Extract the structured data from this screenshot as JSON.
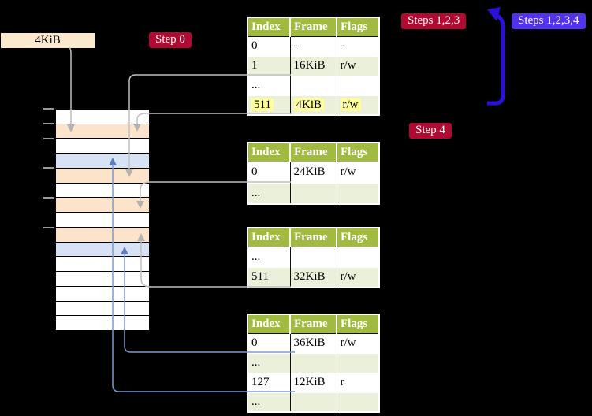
{
  "memory": {
    "frame_label": "4KiB",
    "strip_rows": [
      "white",
      "orange",
      "white",
      "blue",
      "orange",
      "white",
      "orange",
      "white",
      "orange",
      "blue",
      "white",
      "white",
      "white",
      "white",
      "white"
    ]
  },
  "badges": {
    "step0": "Step 0",
    "steps123": "Steps 1,2,3",
    "steps1234": "Steps 1,2,3,4",
    "step4": "Step 4"
  },
  "tables": {
    "t1": {
      "headers": [
        "Index",
        "Frame",
        "Flags"
      ],
      "rows": [
        [
          "0",
          "-",
          "-"
        ],
        [
          "1",
          "16KiB",
          "r/w"
        ],
        [
          "...",
          "",
          ""
        ],
        [
          "511",
          "4KiB",
          "r/w"
        ]
      ]
    },
    "t2": {
      "headers": [
        "Index",
        "Frame",
        "Flags"
      ],
      "rows": [
        [
          "0",
          "24KiB",
          "r/w"
        ],
        [
          "...",
          "",
          ""
        ]
      ]
    },
    "t3": {
      "headers": [
        "Index",
        "Frame",
        "Flags"
      ],
      "rows": [
        [
          "...",
          "",
          ""
        ],
        [
          "511",
          "32KiB",
          "r/w"
        ]
      ]
    },
    "t4": {
      "headers": [
        "Index",
        "Frame",
        "Flags"
      ],
      "rows": [
        [
          "0",
          "36KiB",
          "r/w"
        ],
        [
          "...",
          "",
          ""
        ],
        [
          "127",
          "12KiB",
          "r"
        ],
        [
          "...",
          "",
          ""
        ]
      ]
    }
  },
  "colors": {
    "background": "#000000",
    "table_header_green": "#a1ba40",
    "table_row_alt_green": "#eaf0da",
    "highlight_yellow": "#ffff99",
    "badge_red": "#b00a33",
    "badge_blue": "#5232ef",
    "big_arrow_blue": "#2b11d8",
    "connector_gray": "#bfbfbf",
    "connector_blue": "#7d99d2",
    "mem_label_wheat": "#fbe9ce",
    "strip_orange": "#fce4cb",
    "strip_blue": "#d7e3f4"
  }
}
